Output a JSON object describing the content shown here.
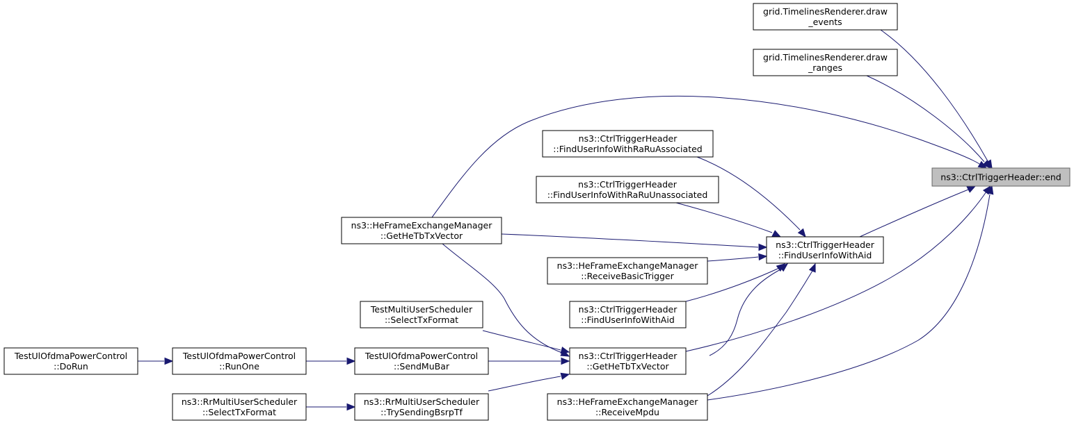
{
  "nodes": {
    "end": [
      "ns3::CtrlTriggerHeader::end"
    ],
    "draw_events": [
      "grid.TimelinesRenderer.draw",
      "_events"
    ],
    "draw_ranges": [
      "grid.TimelinesRenderer.draw",
      "_ranges"
    ],
    "find_ra_assoc": [
      "ns3::CtrlTriggerHeader",
      "::FindUserInfoWithRaRuAssociated"
    ],
    "find_ra_unassoc": [
      "ns3::CtrlTriggerHeader",
      "::FindUserInfoWithRaRuUnassociated"
    ],
    "find_aid": [
      "ns3::CtrlTriggerHeader",
      "::FindUserInfoWithAid"
    ],
    "find_aid_const": [
      "ns3::CtrlTriggerHeader",
      "::FindUserInfoWithAid"
    ],
    "hefem_get_tb": [
      "ns3::HeFrameExchangeManager",
      "::GetHeTbTxVector"
    ],
    "hefem_recv_basic": [
      "ns3::HeFrameExchangeManager",
      "::ReceiveBasicTrigger"
    ],
    "ctrl_get_tb": [
      "ns3::CtrlTriggerHeader",
      "::GetHeTbTxVector"
    ],
    "hefem_recv_mpdu": [
      "ns3::HeFrameExchangeManager",
      "::ReceiveMpdu"
    ],
    "tmus_select": [
      "TestMultiUserScheduler",
      "::SelectTxFormat"
    ],
    "tulo_send": [
      "TestUlOfdmaPowerControl",
      "::SendMuBar"
    ],
    "rr_try": [
      "ns3::RrMultiUserScheduler",
      "::TrySendingBsrpTf"
    ],
    "tulo_run": [
      "TestUlOfdmaPowerControl",
      "::RunOne"
    ],
    "rr_select": [
      "ns3::RrMultiUserScheduler",
      "::SelectTxFormat"
    ],
    "tulo_dorun": [
      "TestUlOfdmaPowerControl",
      "::DoRun"
    ]
  },
  "edges": [
    {
      "from": "draw_events",
      "to": "end"
    },
    {
      "from": "draw_ranges",
      "to": "end"
    },
    {
      "from": "hefem_get_tb",
      "to": "end"
    },
    {
      "from": "find_aid",
      "to": "end"
    },
    {
      "from": "ctrl_get_tb",
      "to": "end"
    },
    {
      "from": "hefem_recv_mpdu",
      "to": "end"
    },
    {
      "from": "find_ra_assoc",
      "to": "find_aid"
    },
    {
      "from": "find_ra_unassoc",
      "to": "find_aid"
    },
    {
      "from": "hefem_get_tb",
      "to": "find_aid"
    },
    {
      "from": "hefem_recv_basic",
      "to": "find_aid"
    },
    {
      "from": "find_aid_const",
      "to": "find_aid"
    },
    {
      "from": "ctrl_get_tb",
      "to": "find_aid"
    },
    {
      "from": "hefem_recv_mpdu",
      "to": "find_aid"
    },
    {
      "from": "hefem_get_tb",
      "to": "ctrl_get_tb"
    },
    {
      "from": "tmus_select",
      "to": "ctrl_get_tb"
    },
    {
      "from": "tulo_send",
      "to": "ctrl_get_tb"
    },
    {
      "from": "rr_try",
      "to": "ctrl_get_tb"
    },
    {
      "from": "tulo_run",
      "to": "tulo_send"
    },
    {
      "from": "rr_select",
      "to": "rr_try"
    },
    {
      "from": "tulo_dorun",
      "to": "tulo_run"
    }
  ],
  "colors": {
    "edge": "#191970",
    "focus_fill": "#bfbfbf",
    "node_border": "#000000"
  }
}
